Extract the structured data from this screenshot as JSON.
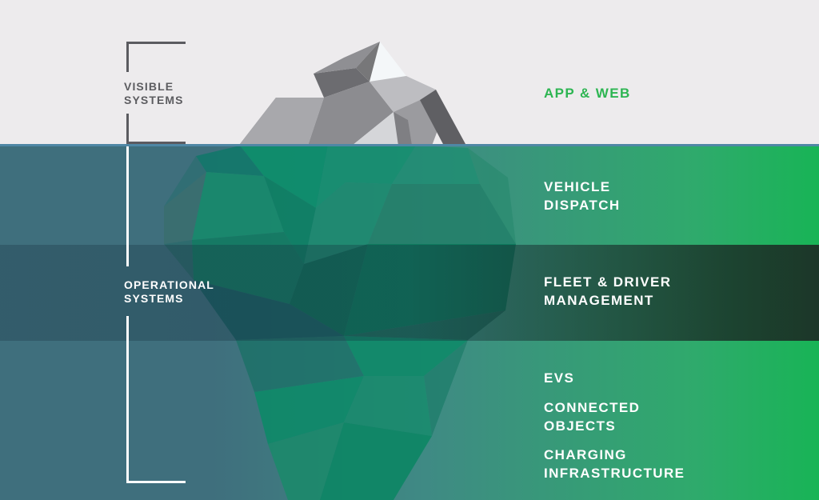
{
  "sections": {
    "visible": "VISIBLE\nSYSTEMS",
    "operational": "OPERATIONAL\nSYSTEMS"
  },
  "layers": [
    {
      "id": "app-web",
      "label": "APP & WEB",
      "color": "#2db552"
    },
    {
      "id": "vehicle-dispatch",
      "label": "VEHICLE\nDISPATCH",
      "color": "#ffffff"
    },
    {
      "id": "fleet-driver-management",
      "label": "FLEET & DRIVER\nMANAGEMENT",
      "color": "#ffffff"
    },
    {
      "id": "evs",
      "label": "EVS",
      "color": "#ffffff"
    },
    {
      "id": "connected-objects",
      "label": "CONNECTED\nOBJECTS",
      "color": "#ffffff"
    },
    {
      "id": "charging-infrastructure",
      "label": "CHARGING\nINFRASTRUCTURE",
      "color": "#ffffff"
    }
  ],
  "colors": {
    "sky": "#edebed",
    "water_left": "#3f6f7d",
    "water_right": "#18b456",
    "highlight_band": "#1c3428",
    "iceberg_green": "#0a8c62",
    "accent_green": "#2db552"
  }
}
